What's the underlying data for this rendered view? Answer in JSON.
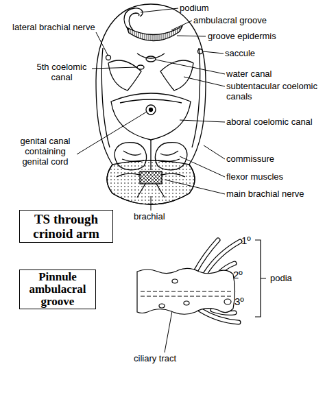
{
  "diagram": {
    "nodes": [
      {
        "text": [
          "TS through crinoid arm"
        ]
      },
      {
        "text": [
          "Pinnule ambulacral groove"
        ]
      }
    ],
    "labels": [
      "podium",
      "lateral brachial nerve",
      "ambulacral groove",
      "groove epidermis",
      "saccule",
      "5th coelomic canal",
      "water canal",
      "subtentacular coelomic canals",
      "aboral coelomic canal",
      "genital canal containing genital cord",
      "commissure",
      "flexor muscles",
      "main brachial nerve",
      "brachial",
      "1º",
      "2º",
      "3º",
      "podia",
      "ciliary tract"
    ]
  }
}
